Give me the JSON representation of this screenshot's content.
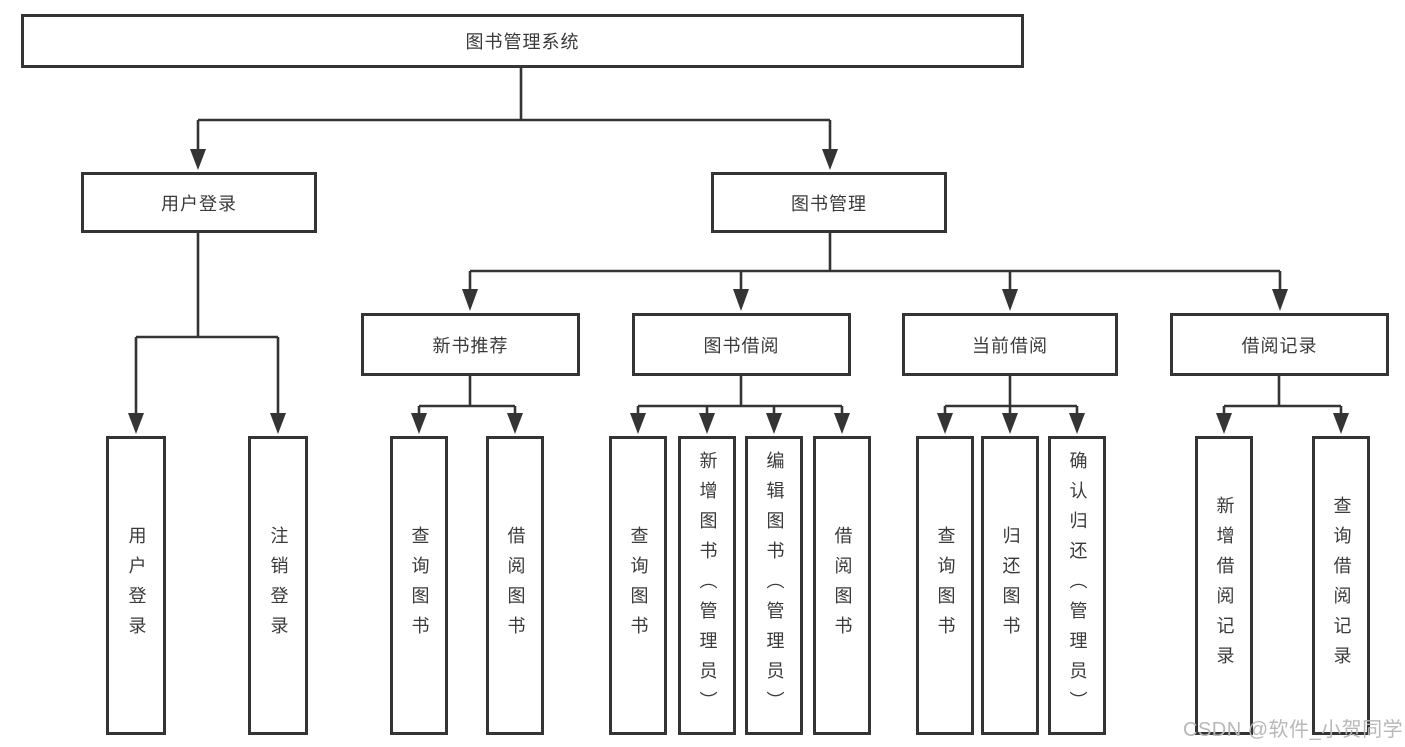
{
  "diagram": {
    "root": {
      "label": "图书管理系统"
    },
    "level2": [
      {
        "label": "用户登录"
      },
      {
        "label": "图书管理"
      }
    ],
    "login_children": [
      {
        "label": "用户登录"
      },
      {
        "label": "注销登录"
      }
    ],
    "mgmt_sections": [
      {
        "label": "新书推荐",
        "children": [
          {
            "label": "查询图书"
          },
          {
            "label": "借阅图书"
          }
        ]
      },
      {
        "label": "图书借阅",
        "children": [
          {
            "label": "查询图书"
          },
          {
            "label": "新增图书（管理员）"
          },
          {
            "label": "编辑图书（管理员）"
          },
          {
            "label": "借阅图书"
          }
        ]
      },
      {
        "label": "当前借阅",
        "children": [
          {
            "label": "查询图书"
          },
          {
            "label": "归还图书"
          },
          {
            "label": "确认归还（管理员）"
          }
        ]
      },
      {
        "label": "借阅记录",
        "children": [
          {
            "label": "新增借阅记录"
          },
          {
            "label": "查询借阅记录"
          }
        ]
      }
    ],
    "watermark": "CSDN @软件_小贺同学"
  },
  "colors": {
    "line": "#343434",
    "text": "#3a3a3a",
    "watermark": "#b8b8b8",
    "background": "#ffffff"
  }
}
